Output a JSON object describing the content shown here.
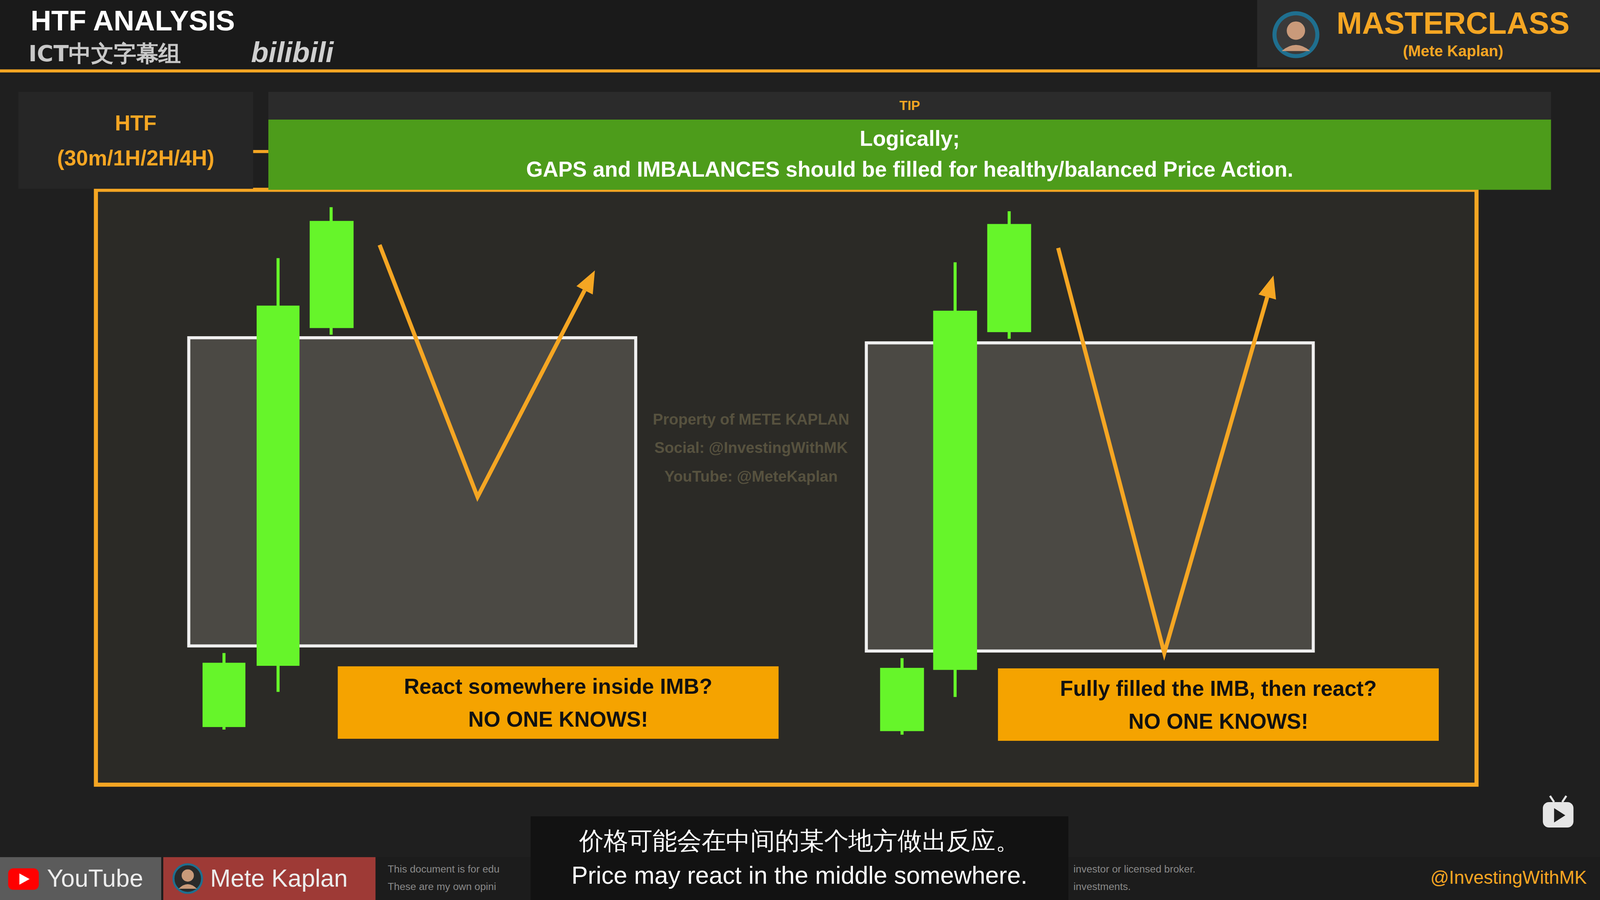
{
  "diagram": {
    "title": "HTF ANALYSIS",
    "nodes": [
      {
        "text": [
          "HTF",
          "(30m/1H/2H/4H)"
        ]
      },
      {
        "text": [
          "TIP",
          "Logically;",
          "GAPS and IMBALANCES should be filled for healthy/balanced Price Action."
        ]
      },
      {
        "text": [
          "React somewhere inside IMB?",
          "NO ONE KNOWS!"
        ]
      },
      {
        "text": [
          "Fully filled the IMB, then react?",
          "NO ONE KNOWS!"
        ]
      },
      {
        "text": [
          "价格可能会在中间的某个地方做出反应。",
          "Price may react in the middle somewhere."
        ]
      },
      {
        "text": [
          "YouTube"
        ]
      },
      {
        "text": [
          "Mete Kaplan"
        ]
      }
    ],
    "labels": [
      "ICT中文字幕组",
      "bilibili",
      "MASTERCLASS",
      "(Mete Kaplan)",
      "Property of METE KAPLAN",
      "Social: @InvestingWithMK",
      "YouTube: @MeteKaplan",
      "This document is for edu",
      "investor or licensed broker.",
      "These are my own opini",
      "investments.",
      "@InvestingWithMK"
    ]
  }
}
